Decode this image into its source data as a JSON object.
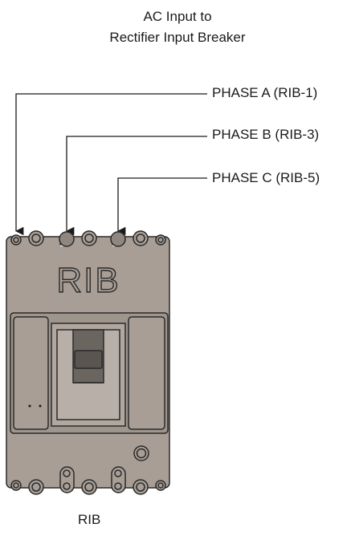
{
  "title": {
    "line1": "AC Input to",
    "line2": "Rectifier Input Breaker"
  },
  "phases": [
    {
      "label": "PHASE A (RIB-1)"
    },
    {
      "label": "PHASE B (RIB-3)"
    },
    {
      "label": "PHASE C (RIB-5)"
    }
  ],
  "breaker": {
    "face_label": "RIB",
    "caption": "RIB"
  },
  "colors": {
    "body": "#a89e96",
    "body_dark": "#8f867f",
    "outline": "#2a2a2a",
    "handle": "#6b6560"
  }
}
